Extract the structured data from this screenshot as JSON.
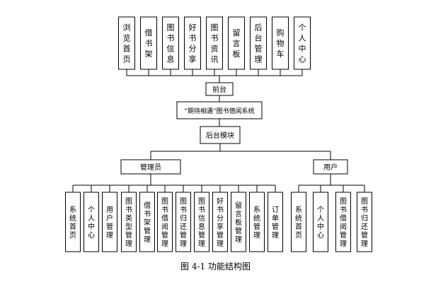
{
  "top_modules": [
    "浏览首页",
    "借书架",
    "图书信息",
    "好书分享",
    "图书资讯",
    "留言板",
    "后台管理",
    "购物车",
    "个人中心"
  ],
  "front_label": "前台",
  "system_label": "“期待相遇”图书借阅系统",
  "backend_label": "后台模块",
  "admin_label": "管理员",
  "user_label": "用户",
  "admin_modules": [
    "系统首页",
    "个人中心",
    "用户管理",
    "图书类型管理",
    "借书架管理",
    "图书借阅管理",
    "图书归还管理",
    "图书信息管理",
    "好书分享管理",
    "留言板管理",
    "系统管理",
    "订单管理"
  ],
  "user_modules": [
    "系统首页",
    "个人中心",
    "图书借阅管理",
    "图书归还管理"
  ],
  "caption": "图 4-1 功能结构图"
}
